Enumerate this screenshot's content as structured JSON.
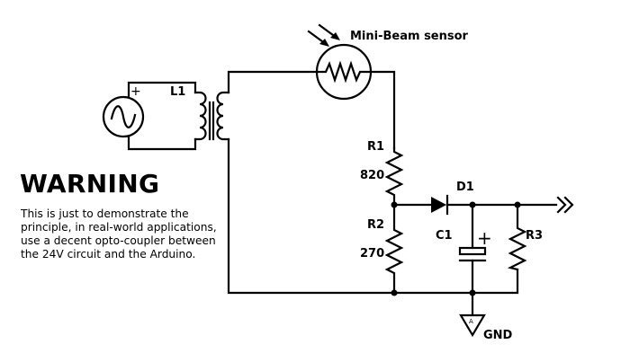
{
  "warning": {
    "title": "WARNING",
    "body": "This is just to demonstrate the principle, in real-world applications, use a decent opto-coupler between the 24V circuit and the Arduino."
  },
  "components": {
    "ac_source": {
      "polarity": "+"
    },
    "transformer": {
      "label": "L1"
    },
    "sensor": {
      "label": "Mini-Beam sensor"
    },
    "r1": {
      "label": "R1",
      "value": "820"
    },
    "r2": {
      "label": "R2",
      "value": "270"
    },
    "r3": {
      "label": "R3"
    },
    "d1": {
      "label": "D1"
    },
    "c1": {
      "label": "C1",
      "polarity": "+"
    },
    "gnd": {
      "label": "GND",
      "marker": "A"
    }
  },
  "icons": {
    "output": "double-chevron-right-icon",
    "ground": "ground-triangle-icon",
    "light": "incident-light-arrows-icon"
  }
}
